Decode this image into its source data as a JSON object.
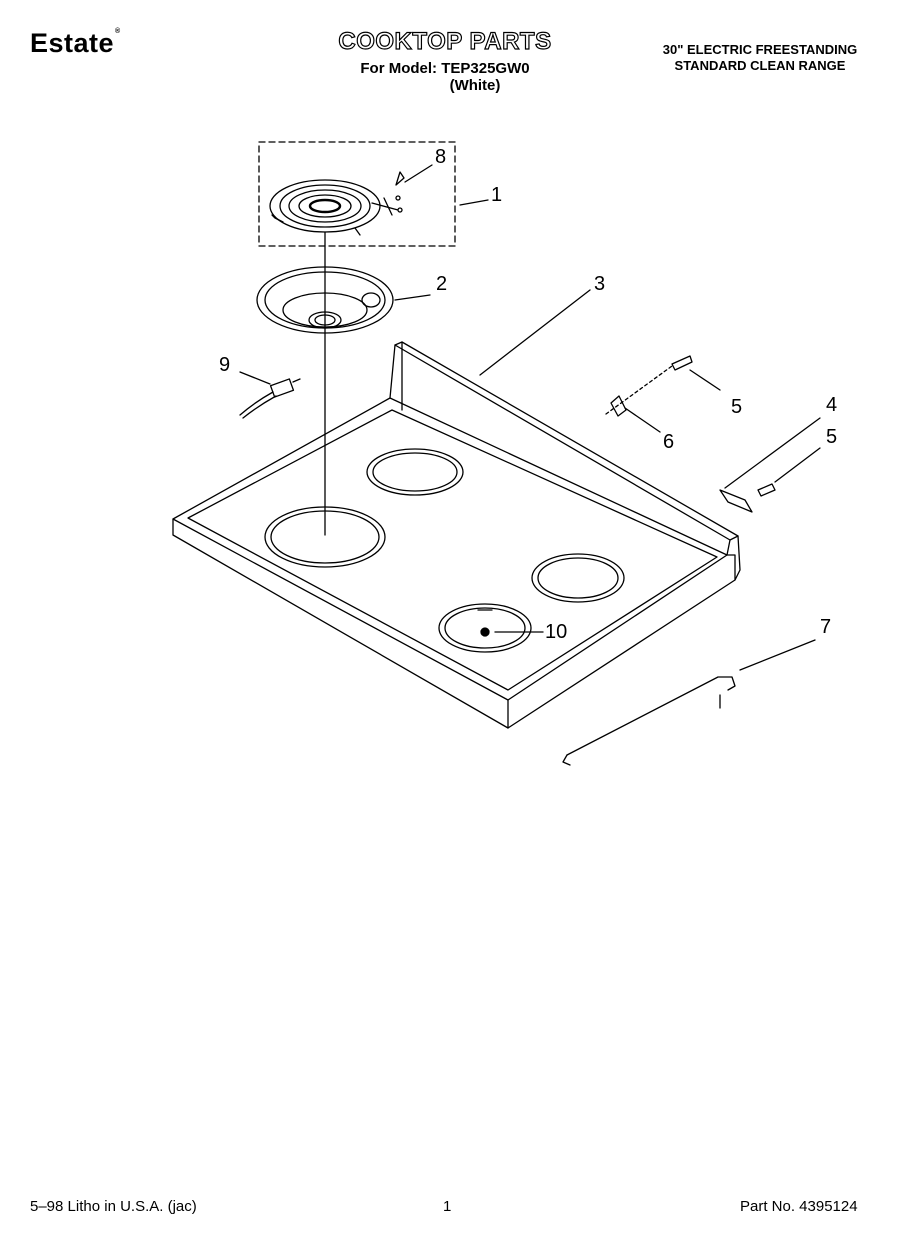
{
  "header": {
    "brand": "Estate",
    "brand_mark": "®",
    "title": "COOKTOP PARTS",
    "model_line": "For Model: TEP325GW0",
    "color_line": "(White)",
    "description_line1": "30\" ELECTRIC FREESTANDING",
    "description_line2": "STANDARD CLEAN RANGE"
  },
  "callouts": [
    "1",
    "2",
    "3",
    "4",
    "5",
    "5",
    "6",
    "7",
    "8",
    "9",
    "10"
  ],
  "footer": {
    "print_info": "5–98 Litho in U.S.A. (jac)",
    "page_number": "1",
    "part_number": "Part No. 4395124"
  }
}
